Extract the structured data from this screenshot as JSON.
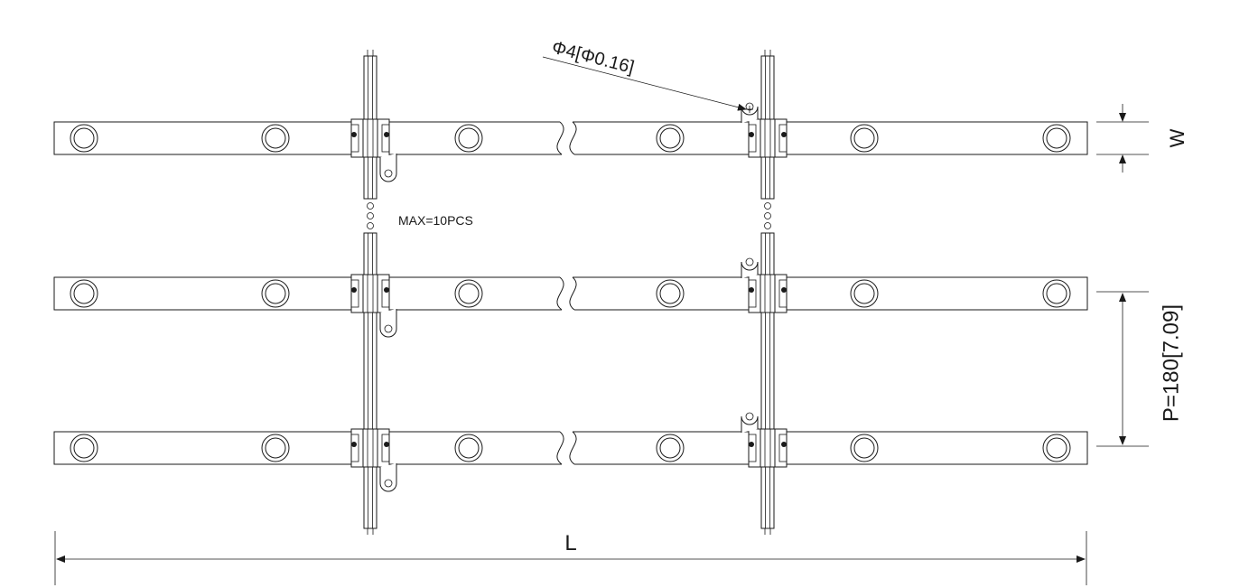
{
  "drawing": {
    "annotations": {
      "hole_callout": "Φ4[Φ0.16]",
      "max_note": "MAX=10PCS",
      "width_label": "W",
      "pitch_label": "P=180[7.09]",
      "length_label": "L"
    },
    "strip_count": 3,
    "modules_per_strip": 6,
    "cable_rails": 2,
    "line_color": "#1a1a1a"
  }
}
